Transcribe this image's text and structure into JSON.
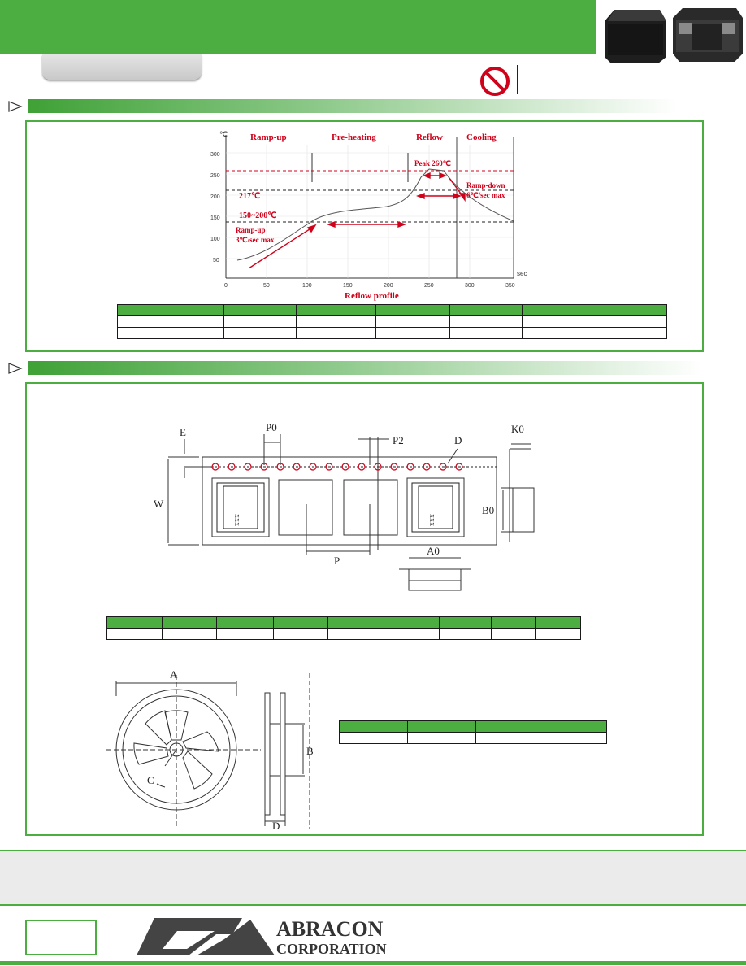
{
  "reflow": {
    "phases": [
      "Ramp-up",
      "Pre-heating",
      "Reflow",
      "Cooling"
    ],
    "unit_deg": "℃",
    "unit_sec": "sec",
    "caption": "Reflow profile",
    "peak": "Peak 260℃",
    "ramp_down_1": "Ramp-down",
    "ramp_down_2": "6℃/sec max",
    "temp_217": "217℃",
    "range_150_200": "150~200℃",
    "ramp_up_1": "Ramp-up",
    "ramp_up_2": "3℃/sec max",
    "y_ticks": [
      "50",
      "100",
      "150",
      "200",
      "250",
      "300"
    ],
    "x_ticks": [
      "0",
      "50",
      "100",
      "150",
      "200",
      "250",
      "300",
      "350"
    ]
  },
  "tape": {
    "labels": {
      "E": "E",
      "P0": "P0",
      "P2": "P2",
      "D": "D",
      "W": "W",
      "P": "P",
      "A0": "A0",
      "K0": "K0",
      "B0": "B0"
    },
    "marking": "XXX"
  },
  "reel": {
    "labels": {
      "A": "A",
      "B": "B",
      "C": "C",
      "D": "D"
    }
  },
  "logo": {
    "line1": "ABRACON",
    "line2": "CORPORATION"
  },
  "colors": {
    "accent": "#4cad41",
    "red": "#d0021b"
  }
}
